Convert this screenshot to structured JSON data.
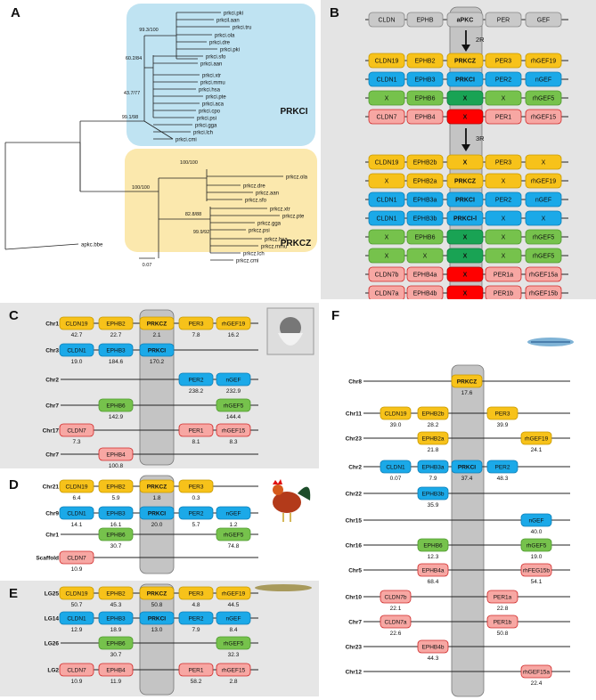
{
  "colors": {
    "yellow": "#f7c21a",
    "blue": "#1ba9e8",
    "green": "#76c24c",
    "red": "#f2827e",
    "gray": "#c9c9c9",
    "paleRed": "#f7a7a3",
    "darkGreen": "#19a354",
    "brightRed": "#ff0000"
  },
  "panelA": {
    "label": "A",
    "groupBlue": "PRKCI",
    "groupYellow": "PRKCZ",
    "scale": "0.07",
    "leaves": [
      "prkci.pki",
      "prkcil.aan",
      "prkci.tru",
      "prkci.ola",
      "prkci.dre",
      "prkci.pki",
      "prkci.sfo",
      "prkci.aan",
      "prkci.xtr",
      "prkci.mmu",
      "prkci.hsa",
      "prkci.pte",
      "prkci.aca",
      "prkci.cpo",
      "prkci.psi",
      "prkci.gga",
      "prkci.lch",
      "prkci.cmi",
      "prkcz.ola",
      "prkcz.dre",
      "prkcz.aan",
      "prkcz.sfo",
      "prkcz.xtr",
      "prkcz.pte",
      "prkcz.gga",
      "prkcz.psi",
      "prkcz.hsa",
      "prkcz.mmu",
      "prkcz.lch",
      "prkcz.cmi",
      "apkc.bbe"
    ],
    "nodes": [
      "99.3/100",
      "60.2/84",
      "43.7/77",
      "99.1/98",
      "100/100",
      "82.8/88",
      "99.9/92",
      "100/100"
    ]
  },
  "panelB": {
    "label": "B",
    "ancestral": [
      "CLDN",
      "EPHB",
      "aPKC",
      "PER",
      "GEF"
    ],
    "step1": "2R",
    "step2": "3R",
    "rows2R": [
      [
        [
          "CLDN19",
          "y"
        ],
        [
          "EPHB2",
          "y"
        ],
        [
          "PRKCZ",
          "y"
        ],
        [
          "PER3",
          "y"
        ],
        [
          "rhGEF19",
          "y"
        ]
      ],
      [
        [
          "CLDN1",
          "b"
        ],
        [
          "EPHB3",
          "b"
        ],
        [
          "PRKCI",
          "b"
        ],
        [
          "PER2",
          "b"
        ],
        [
          "nGEF",
          "b"
        ]
      ],
      [
        [
          "X",
          "g"
        ],
        [
          "EPHB6",
          "g"
        ],
        [
          "X",
          "dg"
        ],
        [
          "X",
          "g"
        ],
        [
          "rhGEF5",
          "g"
        ]
      ],
      [
        [
          "CLDN7",
          "r"
        ],
        [
          "EPHB4",
          "r"
        ],
        [
          "X",
          "br"
        ],
        [
          "PER1",
          "r"
        ],
        [
          "rhGEF15",
          "r"
        ]
      ]
    ],
    "rows3R": [
      [
        [
          "CLDN19",
          "y"
        ],
        [
          "EPHB2b",
          "y"
        ],
        [
          "X",
          "y"
        ],
        [
          "PER3",
          "y"
        ],
        [
          "X",
          "y"
        ]
      ],
      [
        [
          "X",
          "y"
        ],
        [
          "EPHB2a",
          "y"
        ],
        [
          "PRKCZ",
          "y"
        ],
        [
          "X",
          "y"
        ],
        [
          "rhGEF19",
          "y"
        ]
      ],
      [
        [
          "CLDN1",
          "b"
        ],
        [
          "EPHB3a",
          "b"
        ],
        [
          "PRKCI",
          "b"
        ],
        [
          "PER2",
          "b"
        ],
        [
          "nGEF",
          "b"
        ]
      ],
      [
        [
          "CLDN1",
          "b"
        ],
        [
          "EPHB3b",
          "b"
        ],
        [
          "PRKCI-l",
          "b"
        ],
        [
          "X",
          "b"
        ],
        [
          "X",
          "b"
        ]
      ],
      [
        [
          "X",
          "g"
        ],
        [
          "EPHB6",
          "g"
        ],
        [
          "X",
          "dg"
        ],
        [
          "X",
          "g"
        ],
        [
          "rhGEF5",
          "g"
        ]
      ],
      [
        [
          "X",
          "g"
        ],
        [
          "X",
          "g"
        ],
        [
          "X",
          "dg"
        ],
        [
          "X",
          "g"
        ],
        [
          "rhGEF5",
          "g"
        ]
      ],
      [
        [
          "CLDN7b",
          "r"
        ],
        [
          "EPHB4a",
          "r"
        ],
        [
          "X",
          "br"
        ],
        [
          "PER1a",
          "r"
        ],
        [
          "rhGEF15a",
          "r"
        ]
      ],
      [
        [
          "CLDN7a",
          "r"
        ],
        [
          "EPHB4b",
          "r"
        ],
        [
          "X",
          "br"
        ],
        [
          "PER1b",
          "r"
        ],
        [
          "rhGEF15b",
          "r"
        ]
      ]
    ]
  },
  "panelC": {
    "label": "C",
    "rows": [
      {
        "chr": "Chr1",
        "genes": [
          [
            "CLDN19",
            "y",
            0,
            "42.7"
          ],
          [
            "EPHB2",
            "y",
            1,
            "22.7"
          ],
          [
            "PRKCZ",
            "y",
            2,
            "2.1"
          ],
          [
            "PER3",
            "y",
            3,
            "7.8"
          ],
          [
            "rhGEF19",
            "y",
            4,
            "16.2"
          ]
        ]
      },
      {
        "chr": "Chr3",
        "genes": [
          [
            "CLDN1",
            "b",
            0,
            "19.0"
          ],
          [
            "EPHB3",
            "b",
            1,
            "184.6"
          ],
          [
            "PRKCI",
            "b",
            2,
            "170.2"
          ]
        ]
      },
      {
        "chr": "Chr2",
        "genes": [
          [
            "PER2",
            "b",
            3,
            "238.2"
          ],
          [
            "nGEF",
            "b",
            4,
            "232.9"
          ]
        ]
      },
      {
        "chr": "Chr7",
        "genes": [
          [
            "EPHB6",
            "g",
            1,
            "142.9"
          ],
          [
            "rhGEF5",
            "g",
            4,
            "144.4"
          ]
        ]
      },
      {
        "chr": "Chr17",
        "genes": [
          [
            "CLDN7",
            "r",
            0,
            "7.3"
          ],
          [
            "PER1",
            "r",
            3,
            "8.1"
          ],
          [
            "rhGEF15",
            "r",
            4,
            "8.3"
          ]
        ]
      },
      {
        "chr": "Chr7",
        "genes": [
          [
            "EPHB4",
            "r",
            1,
            "100.8"
          ]
        ]
      }
    ]
  },
  "panelD": {
    "label": "D",
    "rows": [
      {
        "chr": "Chr21",
        "genes": [
          [
            "CLDN19",
            "y",
            0,
            "6.4"
          ],
          [
            "EPHB2",
            "y",
            1,
            "5.9"
          ],
          [
            "PRKCZ",
            "y",
            2,
            "1.8"
          ],
          [
            "PER3",
            "y",
            3,
            "0.3"
          ]
        ]
      },
      {
        "chr": "Chr9",
        "genes": [
          [
            "CLDN1",
            "b",
            0,
            "14.1"
          ],
          [
            "EPHB3",
            "b",
            1,
            "16.1"
          ],
          [
            "PRKCI",
            "b",
            2,
            "20.0"
          ],
          [
            "PER2",
            "b",
            3,
            "5.7"
          ],
          [
            "nGEF",
            "b",
            4,
            "1.2"
          ]
        ]
      },
      {
        "chr": "Chr1",
        "genes": [
          [
            "EPHB6",
            "g",
            1,
            "30.7"
          ],
          [
            "rhGEF5",
            "g",
            4,
            "74.8"
          ]
        ]
      },
      {
        "chr": "Scaffold",
        "genes": [
          [
            "CLDN7",
            "r",
            0,
            "10.9"
          ]
        ]
      }
    ]
  },
  "panelE": {
    "label": "E",
    "rows": [
      {
        "chr": "LG25",
        "genes": [
          [
            "CLDN19",
            "y",
            0,
            "50.7"
          ],
          [
            "EPHB2",
            "y",
            1,
            "45.3"
          ],
          [
            "PRKCZ",
            "y",
            2,
            "50.8"
          ],
          [
            "PER3",
            "y",
            3,
            "4.8"
          ],
          [
            "rhGEF19",
            "y",
            4,
            "44.5"
          ]
        ]
      },
      {
        "chr": "LG14",
        "genes": [
          [
            "CLDN1",
            "b",
            0,
            "12.9"
          ],
          [
            "EPHB3",
            "b",
            1,
            "18.9"
          ],
          [
            "PRKCI",
            "b",
            2,
            "13.0"
          ],
          [
            "PER2",
            "b",
            3,
            "7.9"
          ],
          [
            "nGEF",
            "b",
            4,
            "8.4"
          ]
        ]
      },
      {
        "chr": "LG26",
        "genes": [
          [
            "EPHB6",
            "g",
            1,
            "30.7"
          ],
          [
            "rhGEF5",
            "g",
            4,
            "32.3"
          ]
        ]
      },
      {
        "chr": "LG2",
        "genes": [
          [
            "CLDN7",
            "r",
            0,
            "10.9"
          ],
          [
            "EPHB4",
            "r",
            1,
            "11.9"
          ],
          [
            "PER1",
            "r",
            3,
            "58.2"
          ],
          [
            "rhGEF15",
            "r",
            4,
            "2.8"
          ]
        ]
      }
    ]
  },
  "panelF": {
    "label": "F",
    "rows": [
      {
        "chr": "Chr8",
        "genes": [
          [
            "PRKCZ",
            "y",
            2,
            "17.6"
          ]
        ]
      },
      {
        "chr": "Chr11",
        "genes": [
          [
            "CLDN19",
            "y",
            0,
            "39.0"
          ],
          [
            "EPHB2b",
            "y",
            1,
            "28.2"
          ],
          [
            "PER3",
            "y",
            3,
            "39.9"
          ]
        ]
      },
      {
        "chr": "Chr23",
        "genes": [
          [
            "EPHB2a",
            "y",
            1,
            "21.8"
          ],
          [
            "rhGEF19",
            "y",
            4,
            "24.1"
          ]
        ]
      },
      {
        "chr": "Chr2",
        "genes": [
          [
            "CLDN1",
            "b",
            0,
            "0.07"
          ],
          [
            "EPHB3a",
            "b",
            1,
            "7.9"
          ],
          [
            "PRKCI",
            "b",
            2,
            "37.4"
          ],
          [
            "PER2",
            "b",
            3,
            "48.3"
          ]
        ]
      },
      {
        "chr": "Chr22",
        "genes": [
          [
            "EPHB3b",
            "b",
            1,
            "35.9"
          ]
        ]
      },
      {
        "chr": "Chr15",
        "genes": [
          [
            "nGEF",
            "b",
            4,
            "40.0"
          ]
        ]
      },
      {
        "chr": "Chr16",
        "genes": [
          [
            "EPHB6",
            "g",
            1,
            "12.3"
          ],
          [
            "rhGEF5",
            "g",
            4,
            "19.0"
          ]
        ]
      },
      {
        "chr": "Chr5",
        "genes": [
          [
            "EPHB4a",
            "r",
            1,
            "68.4"
          ],
          [
            "rhFEG15b",
            "r",
            4,
            "54.1"
          ]
        ]
      },
      {
        "chr": "Chr10",
        "genes": [
          [
            "CLDN7b",
            "r",
            0,
            "22.1"
          ],
          [
            "PER1a",
            "r",
            3,
            "22.8"
          ]
        ]
      },
      {
        "chr": "Chr7",
        "genes": [
          [
            "CLDN7a",
            "r",
            0,
            "22.6"
          ],
          [
            "PER1b",
            "r",
            3,
            "50.8"
          ]
        ]
      },
      {
        "chr": "Chr23",
        "genes": [
          [
            "EPHB4b",
            "r",
            1,
            "44.3"
          ]
        ]
      },
      {
        "chr": "Chr12",
        "genes": [
          [
            "rhGEF15a",
            "r",
            4,
            "22.4"
          ]
        ]
      }
    ]
  }
}
